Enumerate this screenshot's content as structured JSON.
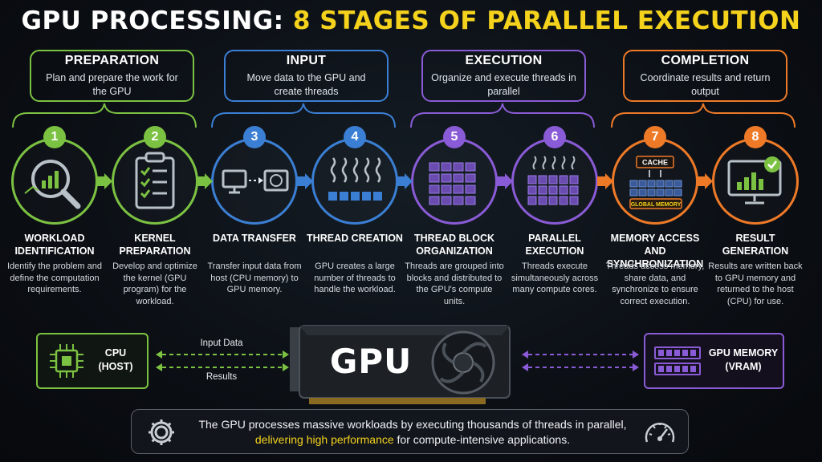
{
  "title": {
    "prefix": "GPU PROCESSING:",
    "highlight": "8 STAGES OF PARALLEL EXECUTION"
  },
  "colors": {
    "preparation": "#7cc242",
    "input": "#3b7fd4",
    "execution": "#8a5bd6",
    "completion": "#ee7a28",
    "highlight": "#f5d21c"
  },
  "phases": [
    {
      "name": "PREPARATION",
      "desc": "Plan and prepare the work for the GPU"
    },
    {
      "name": "INPUT",
      "desc": "Move data to the GPU and create threads"
    },
    {
      "name": "EXECUTION",
      "desc": "Organize and execute threads in parallel"
    },
    {
      "name": "COMPLETION",
      "desc": "Coordinate results and return output"
    }
  ],
  "stages": [
    {
      "num": "1",
      "name": "WORKLOAD IDENTIFICATION",
      "desc": "Identify the problem and define the computation requirements.",
      "icon": "magnifier-chart-icon"
    },
    {
      "num": "2",
      "name": "KERNEL PREPARATION",
      "desc": "Develop and optimize the kernel (GPU program) for the workload.",
      "icon": "clipboard-checklist-icon"
    },
    {
      "num": "3",
      "name": "DATA TRANSFER",
      "desc": "Transfer input data from host (CPU memory) to GPU memory.",
      "icon": "computer-to-gpu-icon"
    },
    {
      "num": "4",
      "name": "THREAD CREATION",
      "desc": "GPU creates a large number of threads to handle the workload.",
      "icon": "threads-icon"
    },
    {
      "num": "5",
      "name": "THREAD BLOCK ORGANIZATION",
      "desc": "Threads are grouped into blocks and distributed to the GPU's compute units.",
      "icon": "thread-grid-icon"
    },
    {
      "num": "6",
      "name": "PARALLEL EXECUTION",
      "desc": "Threads execute simultaneously across many compute cores.",
      "icon": "parallel-cores-icon"
    },
    {
      "num": "7",
      "name": "MEMORY ACCESS AND SYNCHRONIZATION",
      "desc": "Threads access memory, share data, and synchronize to ensure correct execution.",
      "icon": "memory-cache-icon"
    },
    {
      "num": "8",
      "name": "RESULT GENERATION",
      "desc": "Results are written back to GPU memory and returned to the host (CPU) for use.",
      "icon": "monitor-check-icon"
    }
  ],
  "stage7_labels": {
    "cache": "CACHE",
    "global_memory": "GLOBAL MEMORY"
  },
  "bottom": {
    "cpu_label": "CPU (HOST)",
    "gpu_label": "GPU",
    "vram_label": "GPU MEMORY (VRAM)",
    "input_data": "Input Data",
    "results": "Results"
  },
  "footer": {
    "line1": "The GPU processes massive workloads by executing thousands of threads in parallel,",
    "highlight": "delivering high performance",
    "line2_rest": " for compute-intensive applications."
  }
}
